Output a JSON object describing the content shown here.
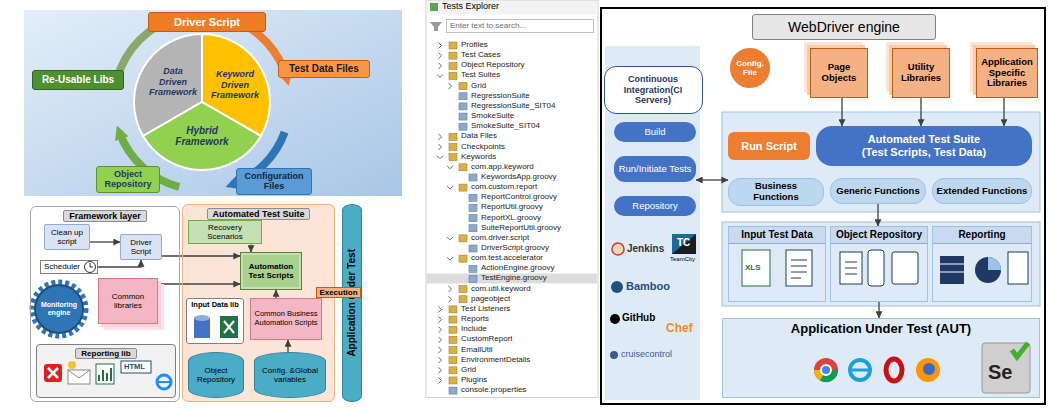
{
  "diagram": {
    "nodes": [
      {
        "text": [
          "Driver Script"
        ]
      },
      {
        "text": [
          "Data Driven Framework"
        ]
      },
      {
        "text": [
          "Keyword Driven Framework"
        ]
      },
      {
        "text": [
          "Hybrid Framework"
        ]
      },
      {
        "text": [
          "Test Data Files"
        ]
      },
      {
        "text": [
          "Re-Usable Libs"
        ]
      },
      {
        "text": [
          "Object Repository"
        ]
      },
      {
        "text": [
          "Configuration Files"
        ]
      },
      {
        "text": [
          "Framework layer"
        ]
      },
      {
        "text": [
          "Clean up script"
        ],
        "in": 8
      },
      {
        "text": [
          "Driver Script"
        ],
        "in": 8
      },
      {
        "text": [
          "Scheduler"
        ],
        "in": 8
      },
      {
        "text": [
          "Monitoring engine"
        ],
        "in": 8
      },
      {
        "text": [
          "Common libraries"
        ],
        "in": 8
      },
      {
        "text": [
          "Reporting lib"
        ],
        "in": 8
      },
      {
        "text": [
          "Automated Test Suite"
        ]
      },
      {
        "text": [
          "Recovery Scenarios"
        ],
        "in": 15
      },
      {
        "text": [
          "Automation Test Scripts"
        ],
        "in": 15
      },
      {
        "text": [
          "Input Data lib"
        ],
        "in": 15
      },
      {
        "text": [
          "Common Business Automation Scripts"
        ],
        "in": 15
      },
      {
        "text": [
          "Object Repository"
        ],
        "in": 15
      },
      {
        "text": [
          "Config. &Global variables"
        ],
        "in": 15
      },
      {
        "text": [
          "Application under Test"
        ]
      },
      {
        "text": [
          "Tests Explorer"
        ]
      },
      {
        "text": [
          "Enter text to search..."
        ],
        "in": 23
      },
      {
        "text": [
          "WebDriver engine"
        ]
      },
      {
        "text": [
          "Continuous Integration(CI Servers)"
        ]
      },
      {
        "text": [
          "Build"
        ]
      },
      {
        "text": [
          "Run/Initiate Tests"
        ]
      },
      {
        "text": [
          "Repository"
        ]
      },
      {
        "text": [
          "Config. File"
        ]
      },
      {
        "text": [
          "Page Objects"
        ]
      },
      {
        "text": [
          "Utility Libraries"
        ]
      },
      {
        "text": [
          "Application Specific Libraries"
        ]
      },
      {
        "text": [
          "Run Script"
        ]
      },
      {
        "text": [
          "Automated Test Suite (Test Scripts, Test Data)"
        ]
      },
      {
        "text": [
          "Business Functions"
        ]
      },
      {
        "text": [
          "Generic Functions"
        ]
      },
      {
        "text": [
          "Extended Functions"
        ]
      },
      {
        "text": [
          "Input Test Data"
        ]
      },
      {
        "text": [
          "Object Repository"
        ]
      },
      {
        "text": [
          "Reporting"
        ]
      },
      {
        "text": [
          "Application Under Test (AUT)"
        ]
      }
    ],
    "edges": [
      {
        "from": 9,
        "to": 10,
        "arrow": "to"
      },
      {
        "from": 11,
        "to": 10,
        "arrow": "to"
      },
      {
        "from": 10,
        "to": 17,
        "arrow": "to"
      },
      {
        "from": 16,
        "to": 17,
        "arrow": "to"
      },
      {
        "from": 13,
        "to": 17,
        "arrow": "to"
      },
      {
        "from": 19,
        "to": 17,
        "arrow": "to"
      },
      {
        "from": 21,
        "to": 19,
        "arrow": "to"
      },
      {
        "from": 15,
        "to": 22,
        "label": "Execution",
        "arrow": "to"
      },
      {
        "from": 28,
        "to": 36,
        "arrow": "both"
      },
      {
        "from": 31,
        "to": 35,
        "arrow": "to"
      },
      {
        "from": 32,
        "to": 35,
        "arrow": "to"
      },
      {
        "from": 33,
        "to": 35,
        "arrow": "to"
      },
      {
        "from": 37,
        "to": 40,
        "arrow": "to"
      },
      {
        "from": 40,
        "to": 42,
        "arrow": "to"
      }
    ],
    "labels": [
      "HTML",
      "Profiles",
      "Test Cases",
      "Object Repository",
      "Test Suites",
      "Grid",
      "RegressionSuite",
      "RegressionSuite_SIT04",
      "SmokeSuite",
      "SmokeSuite_SIT04",
      "Data Files",
      "Checkpoints",
      "Keywords",
      "com.app.keyword",
      "KeywordsApp.groovy",
      "com.custom.report",
      "ReportControl.groovy",
      "ReportUtil.groovy",
      "ReportXL.groovy",
      "SuiteReportUtil.groovy",
      "com.driver.script",
      "DriverScript.groovy",
      "com.test.accelerator",
      "ActionEngine.groovy",
      "TestEngine.groovy",
      "com.util.keyword",
      "pageobject",
      "Test Listeners",
      "Reports",
      "Include",
      "CustomReport",
      "EmailUtil",
      "EnvironmentDetails",
      "Grid",
      "Plugins",
      "console.properties",
      "Jenkins",
      "TC",
      "TeamCity",
      "Bamboo",
      "GitHub",
      "Chef",
      "cruisecontrol",
      "XLS",
      "Se"
    ]
  }
}
